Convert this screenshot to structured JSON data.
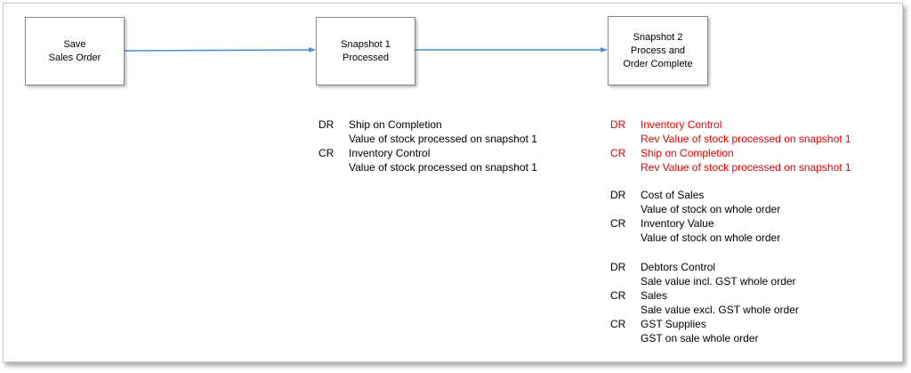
{
  "colors": {
    "text": "#000000",
    "reversal": "#e60000",
    "arrow": "#4a90d9"
  },
  "boxes": {
    "save": "Save\nSales Order",
    "snapshot1": "Snapshot 1\nProcessed",
    "snapshot2": "Snapshot 2\nProcess and\nOrder Complete"
  },
  "snapshot1_entries": [
    {
      "code": "DR",
      "account": "Ship on Completion",
      "description": "Value of stock processed on snapshot 1",
      "reversal": false
    },
    {
      "code": "CR",
      "account": "Inventory Control",
      "description": "Value of stock processed on snapshot 1",
      "reversal": false
    }
  ],
  "snapshot2_entries": [
    {
      "code": "DR",
      "account": "Inventory Control",
      "description": "Rev Value of stock processed on snapshot 1",
      "reversal": true
    },
    {
      "code": "CR",
      "account": "Ship on Completion",
      "description": "Rev Value of stock processed on snapshot 1",
      "reversal": true
    },
    {
      "code": "DR",
      "account": "Cost of Sales",
      "description": "Value of stock on whole order",
      "reversal": false
    },
    {
      "code": "CR",
      "account": "Inventory Value",
      "description": "Value of stock on whole order",
      "reversal": false
    },
    {
      "code": "DR",
      "account": "Debtors Control",
      "description": "Sale value incl. GST whole order",
      "reversal": false
    },
    {
      "code": "CR",
      "account": "Sales",
      "description": "Sale value excl. GST whole order",
      "reversal": false
    },
    {
      "code": "CR",
      "account": "GST Supplies",
      "description": "GST on sale whole order",
      "reversal": false
    }
  ]
}
